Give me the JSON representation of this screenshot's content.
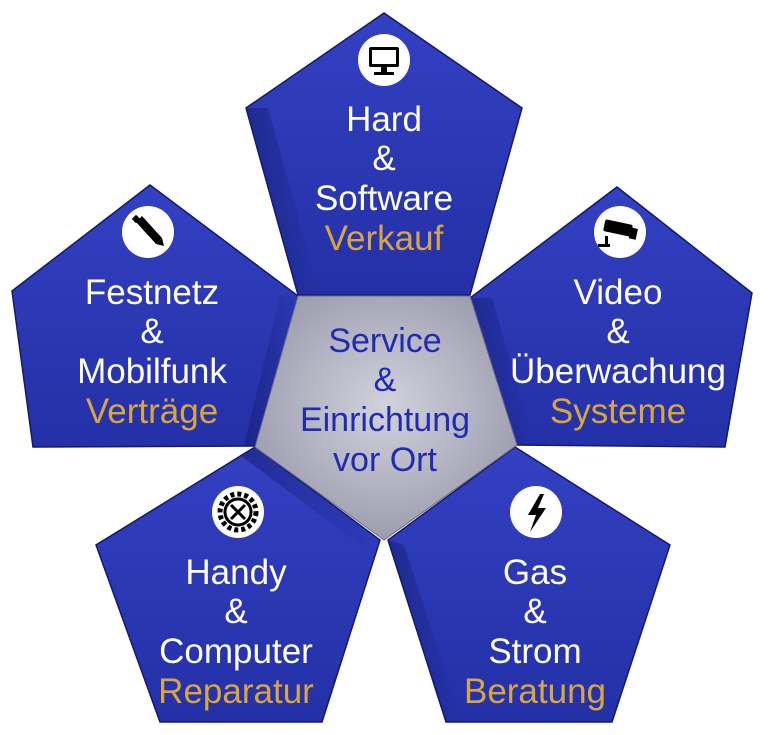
{
  "colors": {
    "pentagon": "#2a36b1",
    "pentagon_dark": "#1a2382",
    "center": "#b4b4c6",
    "center_text": "#1f2bb0",
    "accent_text": "#d9a53f",
    "label_text": "#ffffff"
  },
  "center": {
    "line1": "Service",
    "line2": "&",
    "line3": "Einrichtung",
    "line4": "vor Ort"
  },
  "petals": [
    {
      "id": "top",
      "icon": "monitor-icon",
      "line1": "Hard",
      "line2": "&",
      "line3": "Software",
      "accent": "Verkauf"
    },
    {
      "id": "left",
      "icon": "pencil-icon",
      "line1": "Festnetz",
      "line2": "&",
      "line3": "Mobilfunk",
      "accent": "Verträge"
    },
    {
      "id": "right",
      "icon": "security-camera-icon",
      "line1": "Video",
      "line2": "&",
      "line3": "Überwachung",
      "accent": "Systeme"
    },
    {
      "id": "bottom-left",
      "icon": "repair-tools-gear-icon",
      "line1": "Handy",
      "line2": "&",
      "line3": "Computer",
      "accent": "Reparatur"
    },
    {
      "id": "bottom-right",
      "icon": "lightning-bolt-icon",
      "line1": "Gas",
      "line2": "&",
      "line3": "Strom",
      "accent": "Beratung"
    }
  ]
}
